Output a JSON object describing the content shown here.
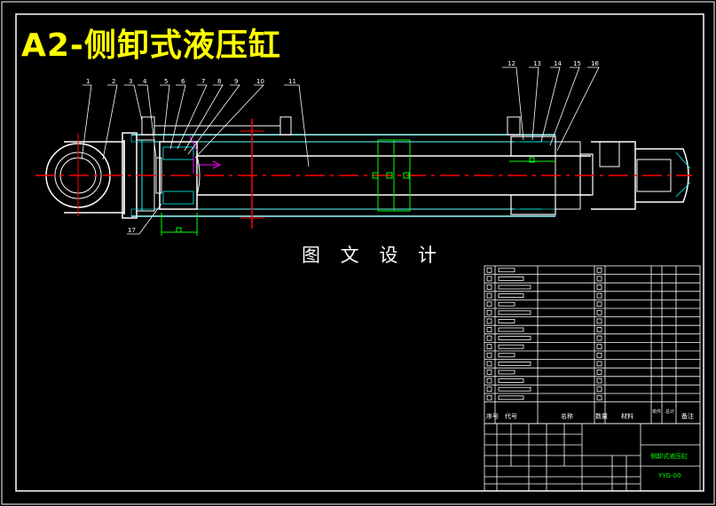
{
  "title": "A2-侧卸式液压缸",
  "watermark": "图 文 设 计",
  "part_labels": [
    "1",
    "2",
    "3",
    "4",
    "5",
    "6",
    "7",
    "8",
    "9",
    "10",
    "11",
    "12",
    "13",
    "14",
    "15",
    "16",
    "17"
  ],
  "bom_header": [
    "序号",
    "代号",
    "名称",
    "数量",
    "材料",
    "单件",
    "总计",
    "备注"
  ],
  "title_block": {
    "drawing_name": "侧卸式液压缸",
    "drawing_no": "YYG-00"
  },
  "colors": {
    "background": "#000000",
    "title": "#ffff00",
    "outline": "#ffffff",
    "centerline": "#ff0000",
    "dimension": "#00ff00",
    "section": "#00ffff",
    "accent": "#ff00ff"
  }
}
